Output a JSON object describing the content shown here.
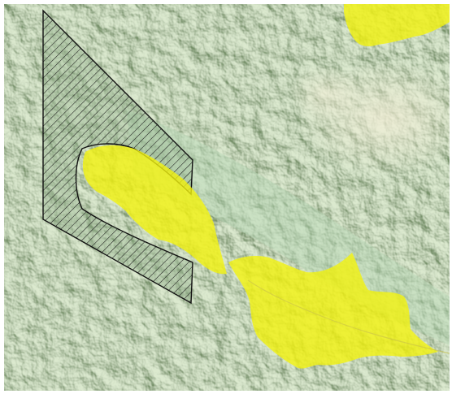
{
  "map": {
    "terrain": {
      "type": "shaded-relief",
      "base_color": "#a9c9a2",
      "light_color": "#eef0d6",
      "shadow_color": "#6f8f6c",
      "valley_color": "#b3d3b4"
    },
    "highlight_zones": {
      "fill_color": "#f2f20f",
      "fill_opacity": 0.8,
      "count": 3
    },
    "hatched_zone": {
      "pattern": "diagonal-hatch",
      "line_color": "#1a1a1a",
      "outline_color": "#111111"
    }
  }
}
